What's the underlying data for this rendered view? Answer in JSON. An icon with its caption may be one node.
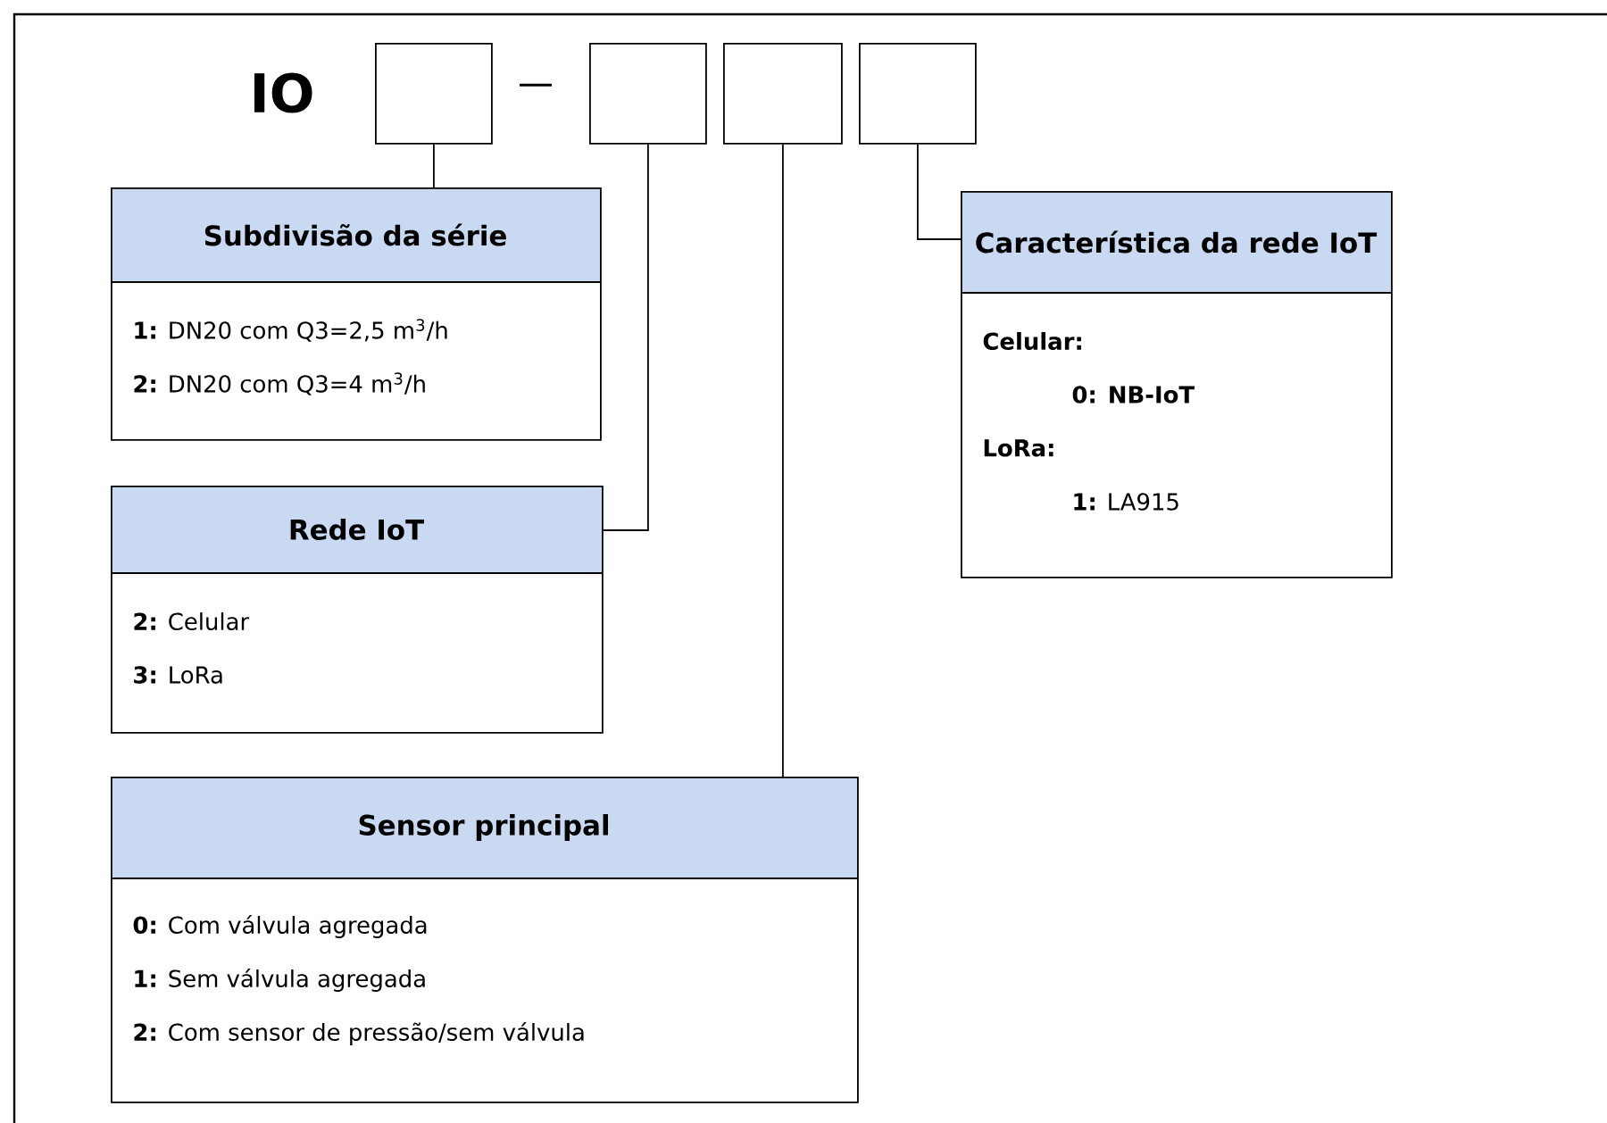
{
  "diagram": {
    "nodes": [
      {
        "text": [],
        "shape": "box"
      },
      {
        "text": [],
        "shape": "box"
      },
      {
        "text": [],
        "shape": "box"
      },
      {
        "text": [],
        "shape": "box"
      },
      {
        "text": [
          "Subdivisão da série",
          "**1:** DN20 com Q3=2,5 m$^{3}$/h",
          "**2:** DN20 com Q3=4 m$^{3}$/h"
        ]
      },
      {
        "text": [
          "Característica da rede IoT",
          "Celular:",
          "0: NB-IoT",
          "LoRa:",
          "**1:** LA915"
        ]
      },
      {
        "text": [
          "Rede IoT",
          "**2:** Celular",
          "**3:** LoRa"
        ]
      },
      {
        "text": [
          "Sensor principal",
          "**0:** Com válvula agregada",
          "**1:** Sem válvula agregada",
          "**2:** Com sensor de pressão/sem válvula"
        ]
      }
    ],
    "edges": [
      {
        "from": 0,
        "to": 4,
        "arrow": "none"
      },
      {
        "from": 1,
        "to": 6,
        "arrow": "none"
      },
      {
        "from": 2,
        "to": 7,
        "arrow": "none"
      },
      {
        "from": 3,
        "to": 5,
        "arrow": "none"
      }
    ],
    "labels": [
      "IO",
      "—"
    ]
  }
}
